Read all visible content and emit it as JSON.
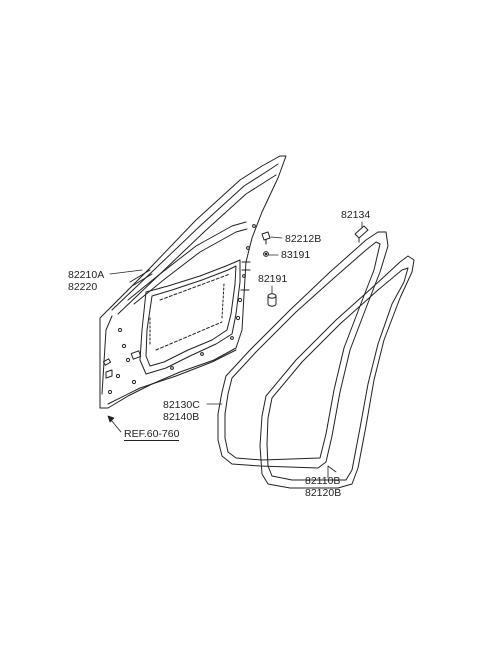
{
  "labels": {
    "door_panel": [
      "82210A",
      "82220"
    ],
    "retainer": "82212B",
    "clip": "83191",
    "plug": "82191",
    "weatherstrip_small": "82134",
    "body_weatherstrip": [
      "82130C",
      "82140B"
    ],
    "door_weatherstrip": [
      "82110B",
      "82120B"
    ],
    "reference": "REF.60-760"
  },
  "colors": {
    "line": "#222222",
    "background": "#ffffff"
  }
}
